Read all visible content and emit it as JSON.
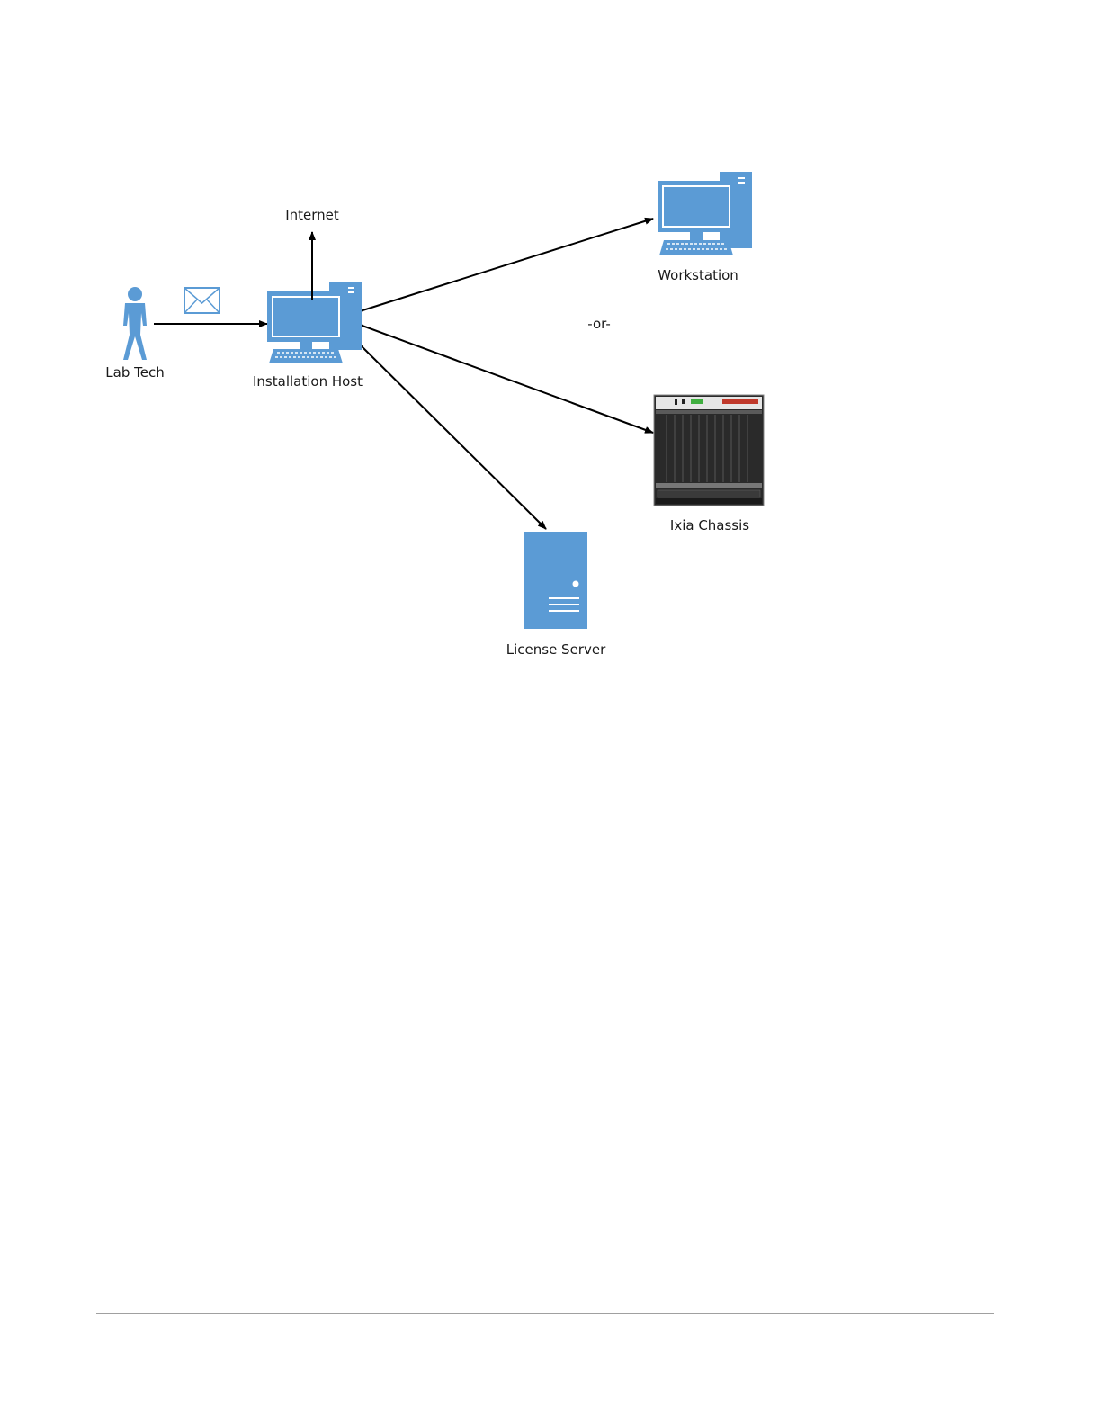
{
  "diagram": {
    "nodes": {
      "lab_tech": {
        "label": "Lab Tech",
        "icon": "person-icon"
      },
      "installation_host": {
        "label": "Installation Host",
        "icon": "desktop-computer-icon"
      },
      "internet": {
        "label": "Internet"
      },
      "workstation": {
        "label": "Workstation",
        "icon": "desktop-computer-icon"
      },
      "ixia_chassis": {
        "label": "Ixia Chassis",
        "icon": "chassis-icon"
      },
      "license_server": {
        "label": "License Server",
        "icon": "server-icon"
      }
    },
    "separator": "-or-",
    "edges": [
      {
        "from": "lab_tech",
        "to": "installation_host",
        "annotation": "envelope-icon"
      },
      {
        "from": "installation_host",
        "to": "internet"
      },
      {
        "from": "installation_host",
        "to": "workstation"
      },
      {
        "from": "installation_host",
        "to": "ixia_chassis"
      },
      {
        "from": "installation_host",
        "to": "license_server"
      }
    ],
    "colors": {
      "icon_blue": "#5b9bd5",
      "arrow": "#000000"
    }
  }
}
